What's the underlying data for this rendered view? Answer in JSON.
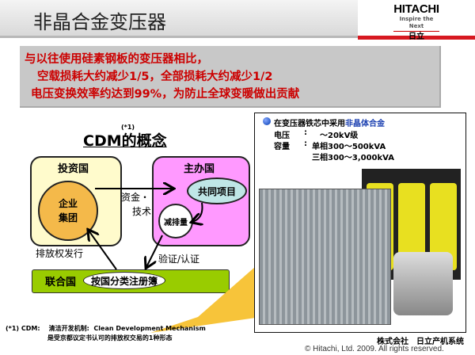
{
  "header": {
    "title": "非晶合金变压器",
    "logo": {
      "brand": "HITACHI",
      "tagline": "Inspire the Next",
      "kanji": "日立"
    }
  },
  "message": [
    "与以往使用硅素钢板的变压器相比，",
    "空载损耗大约减少1/5，全部损耗大约减少1/2",
    "电压变换效率约达到99%，为防止全球变暖做出贡献"
  ],
  "diagram": {
    "note_mark": "(*1)",
    "title": "CDM的概念",
    "investor": "投资国",
    "enterprise": [
      "企业",
      "集团"
    ],
    "host": "主办国",
    "project": "共同项目",
    "funds": [
      "资金・",
      "技术"
    ],
    "reduction": "减排量",
    "issuance": "排放权发行",
    "verification": "验证/认证",
    "un": "联合国",
    "registry": "按国分类注册簿"
  },
  "footnote": "(*1) CDM:    清洁开发机制:  Clean Development Mechanism\n                   是受京都议定书认可的排放权交易的1种形态",
  "product": {
    "heading": "在变压器铁芯中采用",
    "heading_hl": "非晶体合金",
    "voltage_label": "电压",
    "voltage": "～20kV级",
    "capacity_label": "容量",
    "cap1": "单相300～500kVA",
    "cap2": "三相300～3,000kVA",
    "colon": ":"
  },
  "company": "株式会社　日立产机系统",
  "copyright": "© Hitachi, Ltd. 2009. All rights reserved."
}
